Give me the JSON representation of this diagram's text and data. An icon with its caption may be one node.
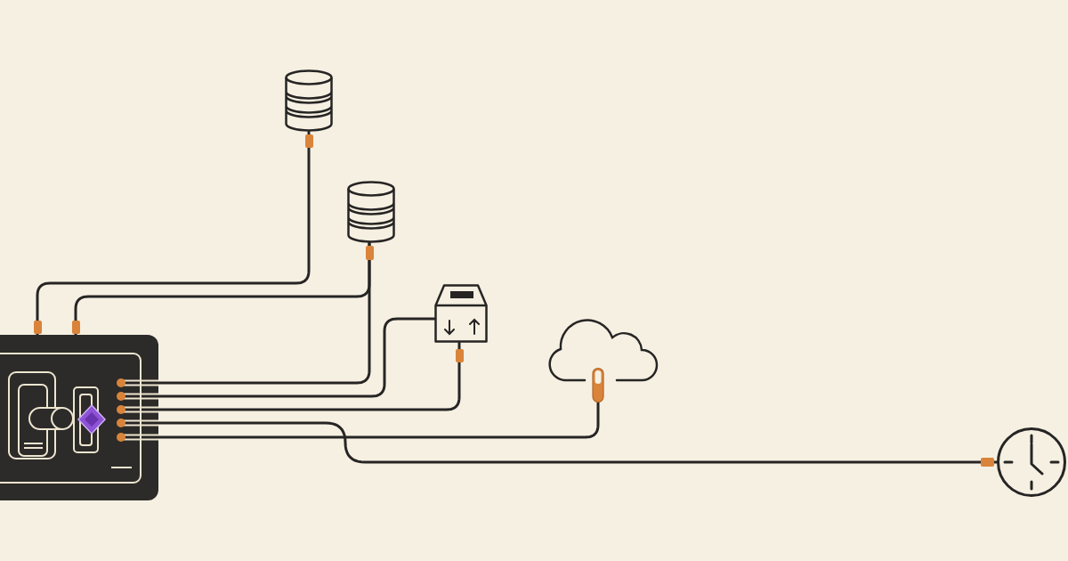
{
  "diagram": {
    "nodes": [
      {
        "text": [],
        "shape": "picture"
      },
      {
        "text": [],
        "shape": "cylinder"
      },
      {
        "text": [],
        "shape": "cylinder"
      },
      {
        "text": [],
        "shape": "box"
      },
      {
        "text": [],
        "shape": "cloud"
      },
      {
        "text": [],
        "shape": "clock"
      }
    ],
    "edges": [
      {
        "from": 0,
        "to": 1,
        "arrow": "none"
      },
      {
        "from": 0,
        "to": 2,
        "arrow": "none"
      },
      {
        "from": 0,
        "to": 2,
        "arrow": "none"
      },
      {
        "from": 0,
        "to": 3,
        "arrow": "none"
      },
      {
        "from": 0,
        "to": 3,
        "arrow": "none"
      },
      {
        "from": 0,
        "to": 5,
        "arrow": "none"
      },
      {
        "from": 0,
        "to": 4,
        "arrow": "none"
      }
    ]
  }
}
